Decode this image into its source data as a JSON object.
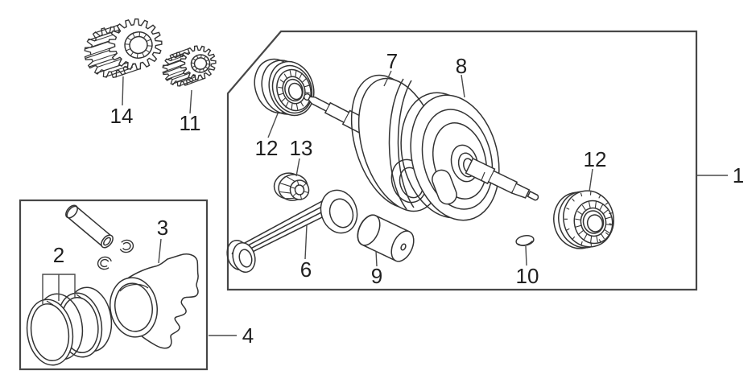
{
  "figure": {
    "background": "#ffffff",
    "line_color": "#333333",
    "frame_color": "#474747",
    "label_color": "#1f1f1f"
  },
  "callouts": {
    "crank_assembly": "1",
    "piston_rings": "2",
    "piston": "3",
    "piston_kit": "4",
    "connecting_rod": "6",
    "flywheel_left": "7",
    "flywheel_right": "8",
    "crank_pin": "9",
    "woodruff_key": "10",
    "gear_small": "11",
    "bearing_left": "12",
    "bearing_right": "12",
    "needle_bearing": "13",
    "gear_large": "14"
  }
}
